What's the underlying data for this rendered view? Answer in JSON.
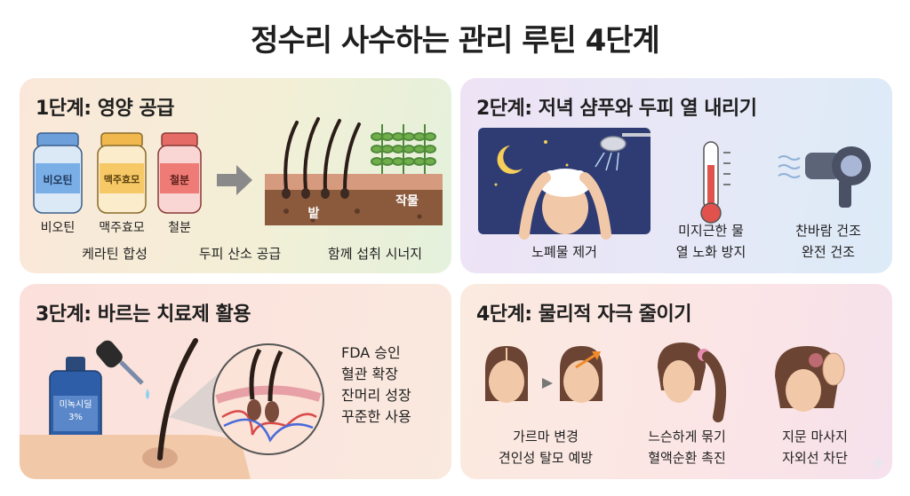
{
  "title": "정수리 사수하는 관리 루틴 4단계",
  "step1": {
    "title": "1단계: 영양 공급",
    "bottle_labels": [
      "비오틴",
      "맥주효모",
      "철분"
    ],
    "captions": [
      "비오틴",
      "맥주효모",
      "철분"
    ],
    "soil_labels": {
      "field": "밭",
      "crop": "작물"
    },
    "benefits": [
      "케라틴 합성",
      "두피 산소 공급",
      "함께 섭취 시너지"
    ],
    "colors": {
      "blue": "#7aaee6",
      "yellow": "#f6c866",
      "red": "#ee7b75"
    }
  },
  "step2": {
    "title": "2단계: 저녁 샴푸와 두피 열 내리기",
    "items": [
      {
        "icon": "night-shampoo-icon",
        "lines": [
          "노폐물 제거"
        ]
      },
      {
        "icon": "thermometer-icon",
        "lines": [
          "미지근한 물",
          "열 노화 방지"
        ]
      },
      {
        "icon": "hair-dryer-icon",
        "lines": [
          "찬바람 건조",
          "완전 건조"
        ]
      }
    ]
  },
  "step3": {
    "title": "3단계: 바르는 치료제 활용",
    "bottle_label": [
      "미녹시딜",
      "3%"
    ],
    "benefits": [
      "FDA 승인",
      "혈관 확장",
      "잔머리 성장",
      "꾸준한 사용"
    ]
  },
  "step4": {
    "title": "4단계:  물리적 자극 줄이기",
    "items": [
      {
        "icon": "hair-part-change-icon",
        "lines": [
          "가르마 변경",
          "견인성 탈모 예방"
        ]
      },
      {
        "icon": "loose-ponytail-icon",
        "lines": [
          "느슨하게 묶기",
          "혈액순환 촉진"
        ]
      },
      {
        "icon": "scalp-massage-icon",
        "lines": [
          "지문 마사지",
          "자외선 차단"
        ]
      }
    ]
  }
}
